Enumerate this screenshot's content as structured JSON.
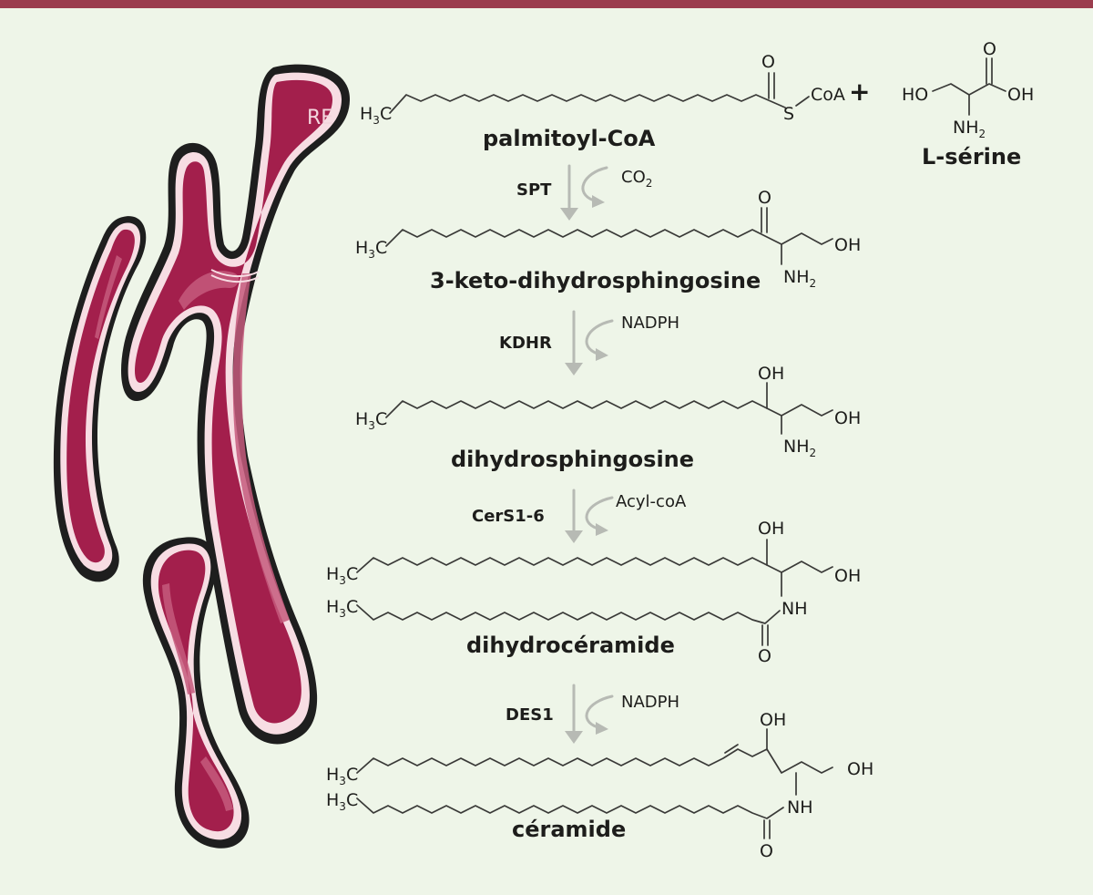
{
  "colors": {
    "top_bar": "#9b3d4e",
    "background": "#eef5e8",
    "er": "#a31f4c",
    "arrow": "#b7bab4"
  },
  "er_label": "RE",
  "plus": "+",
  "atoms": {
    "O": "O",
    "S": "S",
    "CoA": "CoA",
    "HO": "HO",
    "OH": "OH",
    "NH": "NH",
    "NH2_main": "NH",
    "sub2": "2",
    "C": "C",
    "H": "H",
    "sub3": "3",
    "CO": "CO"
  },
  "compounds": {
    "palmitoyl_coa": "palmitoyl-CoA",
    "l_serine": "L-sérine",
    "keto": "3-keto-dihydrosphingosine",
    "dihydrosphingosine": "dihydrosphingosine",
    "dihydroceramide": "dihydrocéramide",
    "ceramide": "céramide"
  },
  "steps": [
    {
      "enzyme": "SPT",
      "cofactor": "CO",
      "cofactor_sub": "2"
    },
    {
      "enzyme": "KDHR",
      "cofactor": "NADPH",
      "cofactor_sub": ""
    },
    {
      "enzyme": "CerS1-6",
      "cofactor": "Acyl-coA",
      "cofactor_sub": ""
    },
    {
      "enzyme": "DES1",
      "cofactor": "NADPH",
      "cofactor_sub": ""
    }
  ]
}
